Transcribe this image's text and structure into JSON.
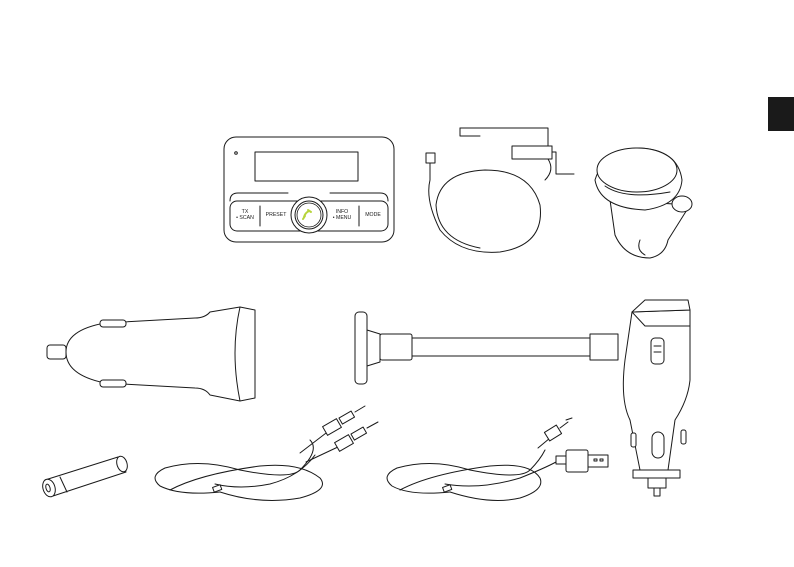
{
  "accent_color": "#1a1a1a",
  "call_button_color": "#b7d43c",
  "transmitter_buttons": [
    {
      "line1": "TX",
      "line2": "• SCAN"
    },
    {
      "line1": "PRESET",
      "line2": ""
    },
    {
      "line1": "INFO",
      "line2": "• MENU"
    },
    {
      "line1": "MODE",
      "line2": ""
    }
  ],
  "icons": [
    "phone-icon"
  ]
}
